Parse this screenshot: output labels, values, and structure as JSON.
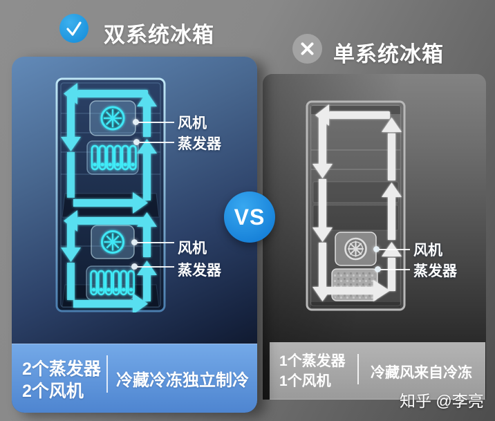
{
  "header": {
    "left_title": "双系统冰箱",
    "right_title": "单系统冰箱",
    "vs_label": "VS"
  },
  "left_panel": {
    "labels": {
      "upper_fan": "风机",
      "upper_evaporator": "蒸发器",
      "lower_fan": "风机",
      "lower_evaporator": "蒸发器"
    },
    "footer": {
      "stat_line1": "2个蒸发器",
      "stat_line2": "2个风机",
      "feature": "冷藏冷冻独立制冷"
    }
  },
  "right_panel": {
    "labels": {
      "fan": "风机",
      "evaporator": "蒸发器"
    },
    "footer": {
      "stat_line1": "1个蒸发器",
      "stat_line2": "1个风机",
      "feature": "冷藏风来自冷冻"
    }
  },
  "watermark": "知乎 @李亮",
  "icons": {
    "left_badge": "check-icon",
    "right_badge": "x-icon",
    "left_units": [
      "fan-icon",
      "evaporator-icon",
      "fan-icon",
      "evaporator-icon"
    ],
    "right_units": [
      "fan-icon",
      "evaporator-icon"
    ]
  },
  "colors": {
    "accent_blue": "#2aa3e9",
    "vs_blue": "#1e8ee2",
    "left_panel_top": "#628ab8",
    "left_panel_bottom": "#0a101f",
    "left_footer_blue": "#5c93d9",
    "arrow_cyan": "#58dff0",
    "right_panel_top": "#808080",
    "right_panel_bottom": "#1c1c1c",
    "right_footer_gray": "#a8a8a8",
    "text": "#ffffff"
  }
}
